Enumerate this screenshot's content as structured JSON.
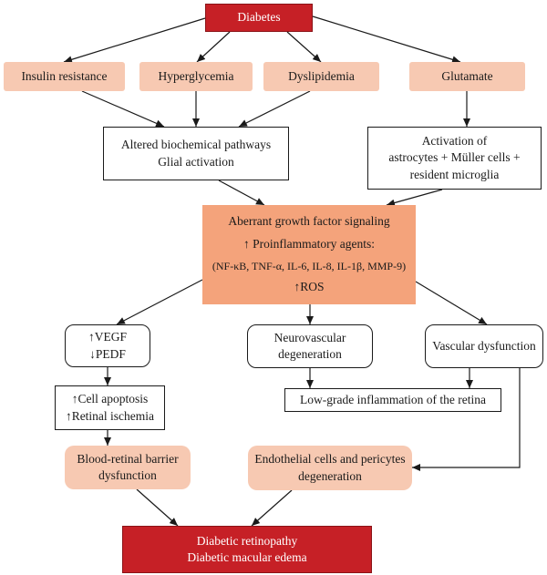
{
  "diagram": {
    "diabetes": "Diabetes",
    "insulin_resistance": "Insulin resistance",
    "hyperglycemia": "Hyperglycemia",
    "dyslipidemia": "Dyslipidemia",
    "glutamate": "Glutamate",
    "altered": [
      "Altered biochemical pathways",
      "Glial activation"
    ],
    "activation": [
      "Activation of",
      "astrocytes + Müller cells +",
      "resident microglia"
    ],
    "central": {
      "line1": "Aberrant growth factor signaling",
      "line2": "↑ Proinflammatory agents:",
      "line3": "(NF-κB, TNF-α, IL-6, IL-8, IL-1β, MMP-9)",
      "line4": "↑ROS"
    },
    "vegf": [
      "↑VEGF",
      "↓PEDF"
    ],
    "neurovascular": [
      "Neurovascular",
      "degeneration"
    ],
    "vascular_dysfunction": "Vascular dysfunction",
    "low_grade": "Low-grade inflammation of the retina",
    "apoptosis": [
      "↑Cell apoptosis",
      "↑Retinal ischemia"
    ],
    "brb": [
      "Blood-retinal barrier",
      "dysfunction"
    ],
    "endothelial": [
      "Endothelial cells and pericytes",
      "degeneration"
    ],
    "outcome": [
      "Diabetic retinopathy",
      "Diabetic macular edema"
    ]
  },
  "colors": {
    "red": "#c62026",
    "peach": "#f7c9b2",
    "orange": "#f4a37b",
    "arrow": "#1a1a1a"
  }
}
